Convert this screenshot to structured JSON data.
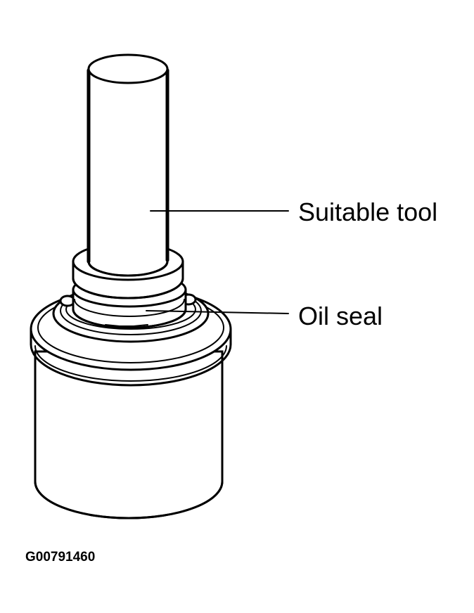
{
  "callouts": {
    "suitable_tool": "Suitable tool",
    "oil_seal": "Oil seal"
  },
  "figure_id": "G00791460",
  "colors": {
    "ink": "#000000",
    "paper": "#ffffff"
  }
}
